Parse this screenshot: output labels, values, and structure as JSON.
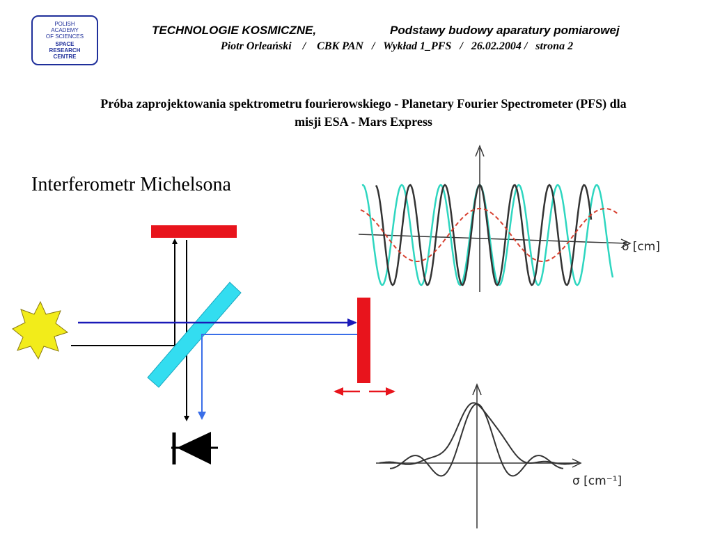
{
  "logo": {
    "line1": "POLISH",
    "line2": "ACADEMY",
    "line3": "OF SCIENCES",
    "line4": "SPACE",
    "line5": "RESEARCH",
    "line6": "CENTRE"
  },
  "header": {
    "left": "TECHNOLOGIE KOSMICZNE,",
    "right": "Podstawy budowy aparatury pomiarowej",
    "line2": "Piotr Orleański    /    CBK PAN   /   Wykład 1_PFS   /   26.02.2004 /   strona 2"
  },
  "title_line1": "Próba zaprojektowania spektrometru fourierowskiego - Planetary Fourier Spectrometer (PFS) dla",
  "title_line2": "misji ESA - Mars Express",
  "subtitle": "Interferometr Michelsona",
  "graph_top": {
    "x_label": "δ [cm]"
  },
  "graph_bottom": {
    "x_label": "σ [cm⁻¹]"
  },
  "colors": {
    "mirror": "#e8141c",
    "beamsplitter": "#33ddf0",
    "beam_blue": "#1a1ab8",
    "beam_light_blue": "#3a6ee8",
    "source": "#f2ec1a",
    "wave_cyan": "#2ed6c0",
    "wave_dark": "#333333",
    "wave_red": "#d84030"
  }
}
